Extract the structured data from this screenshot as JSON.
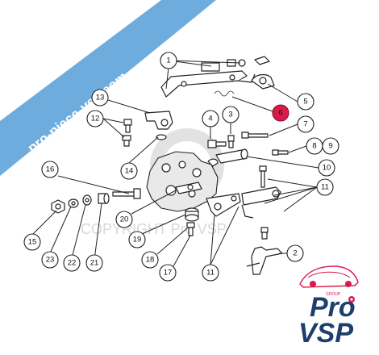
{
  "watermark": {
    "banner_text": "pro-piece-vsp.com",
    "copyright_text": "COPYRIGHT  Pro VSP"
  },
  "logo": {
    "group_text": "GROUP",
    "pro_text": "Pro",
    "vsp_text": "VSP",
    "accent_color": "#d81b4a",
    "brand_color": "#1d3f6e"
  },
  "callouts": [
    {
      "id": "c1",
      "label": "1"
    },
    {
      "id": "c2",
      "label": "2"
    },
    {
      "id": "c3",
      "label": "3"
    },
    {
      "id": "c4",
      "label": "4"
    },
    {
      "id": "c5",
      "label": "5"
    },
    {
      "id": "c6",
      "label": "6",
      "highlighted": true
    },
    {
      "id": "c7",
      "label": "7"
    },
    {
      "id": "c8",
      "label": "8"
    },
    {
      "id": "c9",
      "label": "9"
    },
    {
      "id": "c10",
      "label": "10"
    },
    {
      "id": "c11a",
      "label": "11"
    },
    {
      "id": "c11b",
      "label": "11"
    },
    {
      "id": "c12",
      "label": "12"
    },
    {
      "id": "c13",
      "label": "13"
    },
    {
      "id": "c14",
      "label": "14"
    },
    {
      "id": "c15",
      "label": "15"
    },
    {
      "id": "c16",
      "label": "16"
    },
    {
      "id": "c17",
      "label": "17"
    },
    {
      "id": "c18",
      "label": "18"
    },
    {
      "id": "c19",
      "label": "19"
    },
    {
      "id": "c20",
      "label": "20"
    },
    {
      "id": "c21",
      "label": "21"
    },
    {
      "id": "c22",
      "label": "22"
    },
    {
      "id": "c23",
      "label": "23"
    }
  ]
}
